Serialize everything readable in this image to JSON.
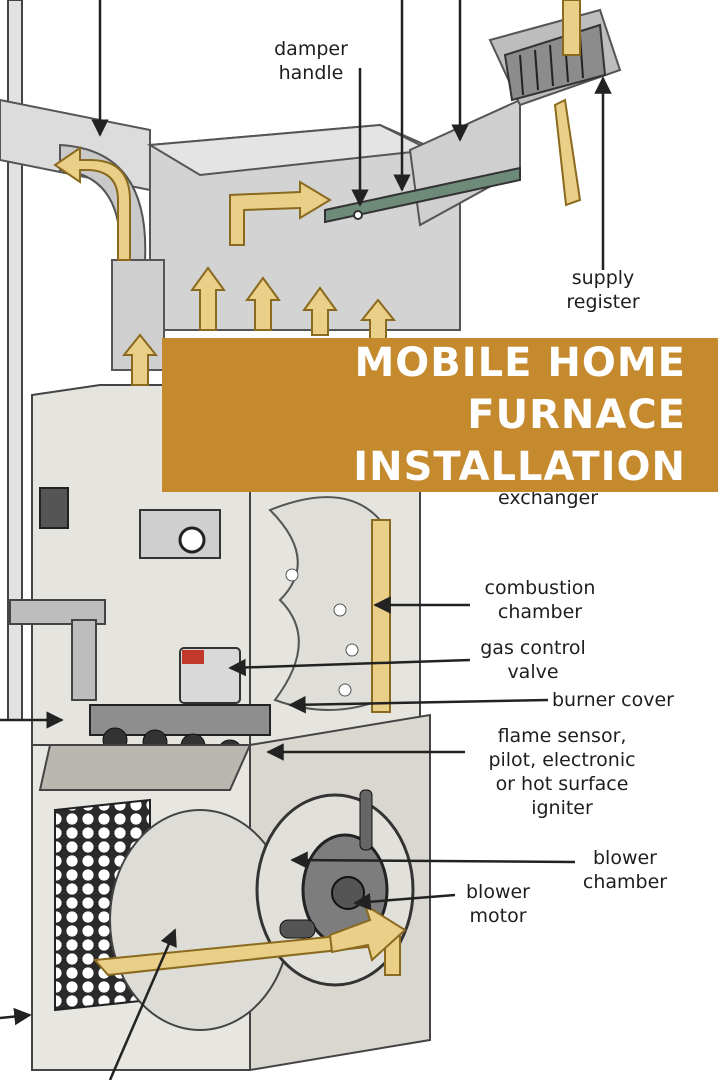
{
  "banner": {
    "line1": "MOBILE HOME FURNACE",
    "line2": "INSTALLATION",
    "background_color": "#c58a2d",
    "text_color": "#ffffff"
  },
  "labels": {
    "damper_handle": "damper\nhandle",
    "supply_register": "supply\nregister",
    "heat_exchanger": "exchanger",
    "combustion_chamber": "combustion\nchamber",
    "gas_control_valve": "gas control\nvalve",
    "burner_cover": "burner  cover",
    "flame_sensor": "flame sensor,\npilot, electronic\nor hot surface\nigniter",
    "blower_chamber": "blower\nchamber",
    "blower_motor": "blower\nmotor"
  },
  "colors": {
    "airflow_arrow": "#e9cf87",
    "airflow_outline": "#8a6a1e",
    "duct_metal": "#c8c8c8",
    "cabinet": "#e6e4de",
    "line": "#222222"
  },
  "icons": [
    "airflow-arrow-icon",
    "callout-arrow-icon",
    "burner-icon",
    "filter-icon",
    "blower-wheel-icon"
  ]
}
